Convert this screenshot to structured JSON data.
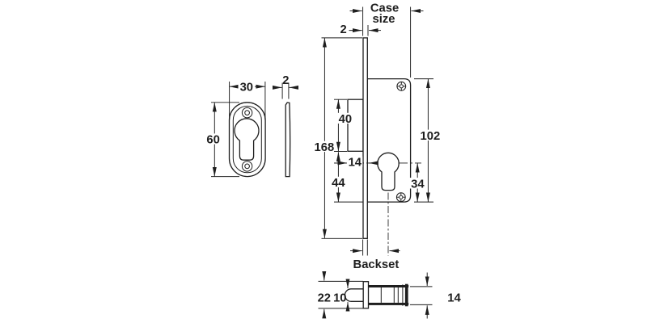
{
  "drawing": {
    "background_color": "#ffffff",
    "line_color": "#1e1e1e",
    "labels": {
      "case_size_line1": "Case",
      "case_size_line2": "size",
      "backset": "Backset"
    },
    "dimensions": {
      "escutcheon_width": "30",
      "escutcheon_height": "60",
      "escutcheon_thickness": "2",
      "faceplate_thickness": "2",
      "faceplate_length": "168",
      "bolt_height": "40",
      "bolt_projection": "14",
      "bolt_to_case_bottom": "44",
      "case_height": "102",
      "cylinder_centre_to_case_bottom": "34",
      "faceplate_width": "22",
      "cylinder_body_width": "10",
      "case_thickness": "14"
    }
  }
}
